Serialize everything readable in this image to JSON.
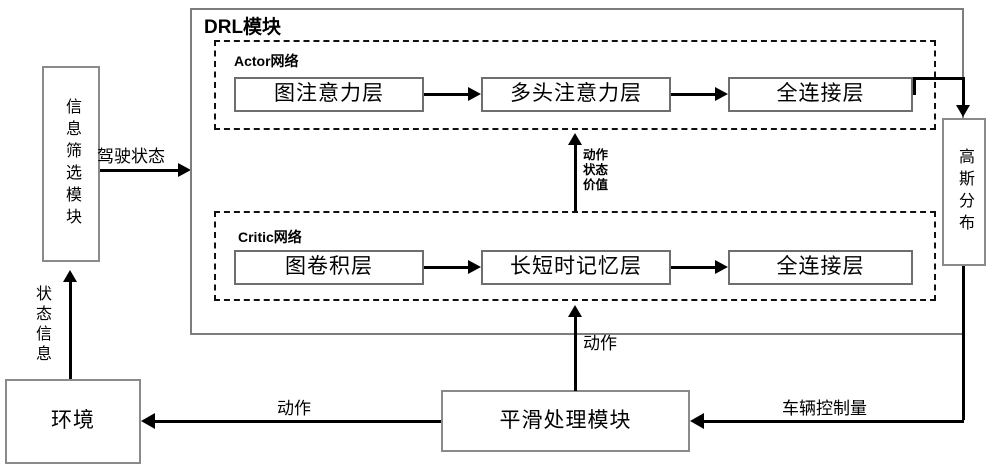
{
  "diagram": {
    "title": "DRL模块",
    "modules": {
      "info_filter": "信息筛选模块",
      "drl": "DRL模块",
      "actor_net": "Actor网络",
      "critic_net": "Critic网络",
      "gaussian": "高斯分布",
      "smoothing": "平滑处理模块",
      "environment": "环境"
    },
    "actor_layers": [
      "图注意力层",
      "多头注意力层",
      "全连接层"
    ],
    "critic_layers": [
      "图卷积层",
      "长短时记忆层",
      "全连接层"
    ],
    "edge_labels": {
      "driving_state": "驾驶状态",
      "state_info": "状态信息",
      "action_state_value": "动作\n状态\n价值",
      "action_to_drl": "动作",
      "action_to_env": "动作",
      "vehicle_control": "车辆控制量"
    },
    "colors": {
      "box_border": "#6e6e6e",
      "outer_border": "#7d7d7d",
      "dash_border": "#111111",
      "line": "#000000",
      "background": "#ffffff",
      "text": "#000000"
    }
  }
}
